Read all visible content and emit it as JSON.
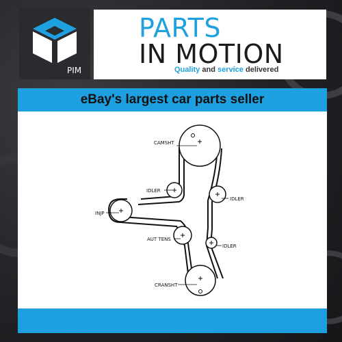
{
  "logo": {
    "text": "PIM",
    "icon": "cube-logo-icon",
    "accent": "#1fa1e0"
  },
  "brand": {
    "line1": "PARTS",
    "line2": "IN MOTION",
    "tagline": {
      "w1": "Quality",
      "w2": "and",
      "w3": "service",
      "w4": "delivered"
    },
    "color_primary": "#1fa1e0",
    "color_dark": "#1b1b1b"
  },
  "banner": {
    "title": "eBay's largest car parts seller",
    "color": "#1d9fe0"
  },
  "diagram": {
    "labels": {
      "camsht": "CAMSHT",
      "idler1": "IDLER",
      "idler2": "IDLER",
      "injp": "INJP",
      "auttens": "AUT TENS",
      "idler3": "IDLER",
      "cranksht": "CRANSHT"
    }
  }
}
